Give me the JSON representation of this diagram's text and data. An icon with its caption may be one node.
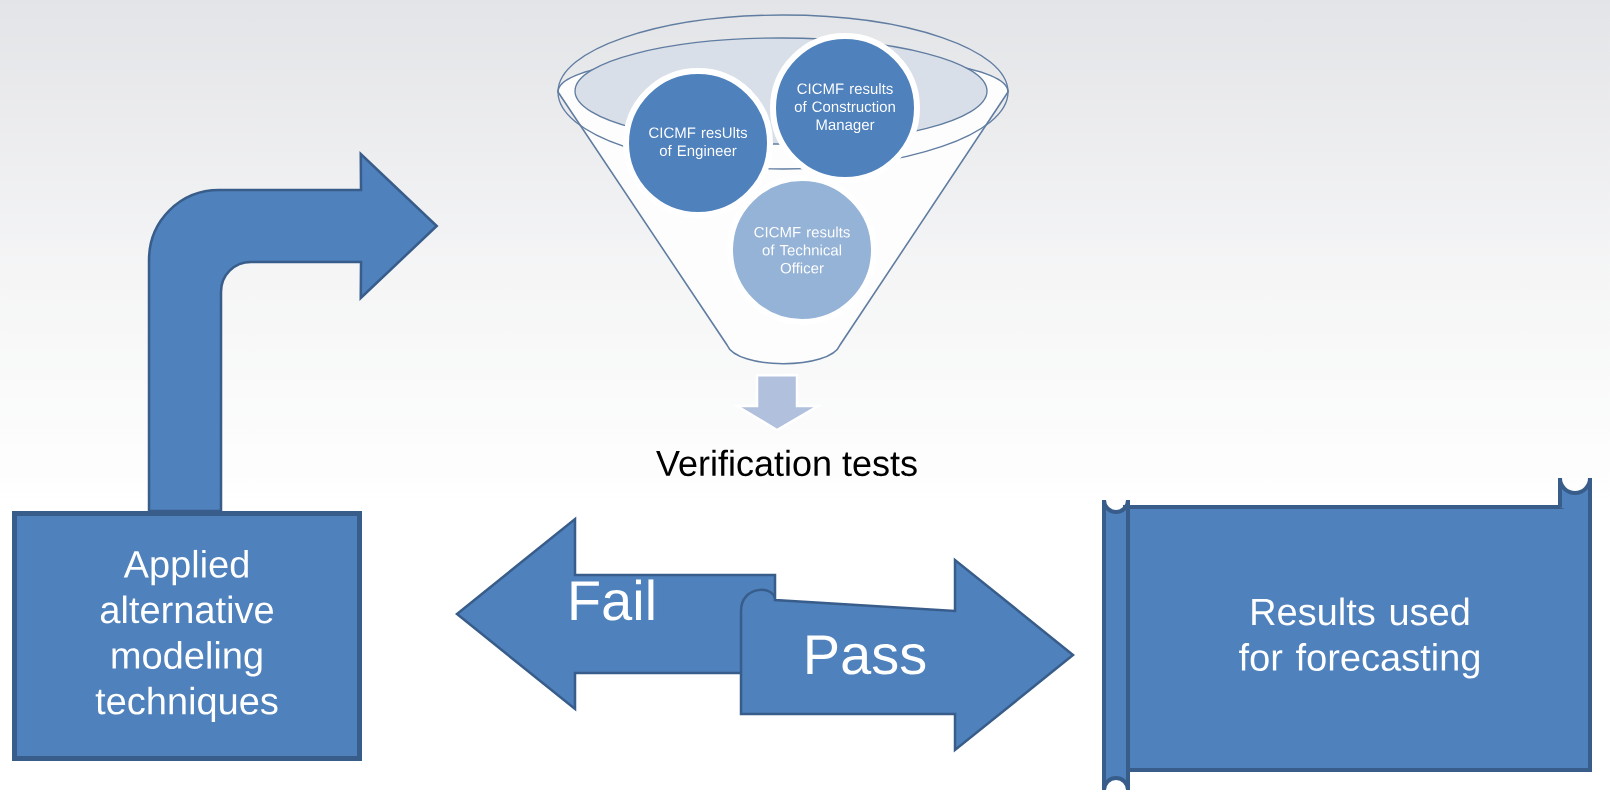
{
  "diagram": {
    "nodes": [
      {
        "text": [],
        "shape": "funnel"
      },
      {
        "text": [
          "CICMF resUlts of Engineer"
        ],
        "in": 0
      },
      {
        "text": [
          "CICMF results of Construction Manager"
        ],
        "in": 0
      },
      {
        "text": [
          "CICMF results of Technical Officer"
        ],
        "in": 0
      },
      {
        "text": [
          "Verification tests"
        ]
      },
      {
        "text": [
          "Applied alternative modeling techniques"
        ]
      },
      {
        "text": [
          "Results used for forecasting"
        ]
      }
    ],
    "edges": [
      {
        "from": 5,
        "to": 0,
        "arrow": "to",
        "color": "#4f81bd"
      },
      {
        "from": 0,
        "to": 4,
        "arrow": "to",
        "color": "#b0c0dd"
      },
      {
        "from": 4,
        "to": 5,
        "arrow": "to",
        "label": "Fail"
      },
      {
        "from": 4,
        "to": 6,
        "arrow": "to",
        "label": "Pass"
      }
    ]
  }
}
